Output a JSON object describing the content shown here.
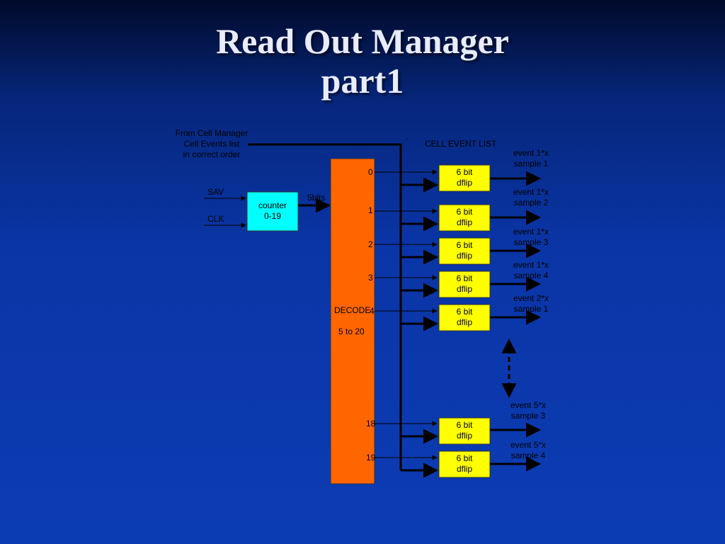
{
  "title": {
    "line1": "Read Out Manager",
    "line2": "part1"
  },
  "input_source": {
    "line1": "From Cell Manager",
    "line2": "Cell Events list",
    "line3": "in correct order"
  },
  "signals": {
    "sav": "SAV",
    "clk": "CLK",
    "bus_width": "5bits"
  },
  "counter": {
    "line1": "counter",
    "line2": "0-19"
  },
  "decoder": {
    "line1": "DECODE",
    "line2": "5 to 20"
  },
  "cell_event_list_label": "CELL EVENT LIST",
  "dflip_label": {
    "line1": "6 bit",
    "line2": "dflip"
  },
  "outputs": [
    {
      "index": "0",
      "line1": "event 1*x",
      "line2": "sample 1"
    },
    {
      "index": "1",
      "line1": "event 1*x",
      "line2": "sample 2"
    },
    {
      "index": "2",
      "line1": "event 1*x",
      "line2": "sample 3"
    },
    {
      "index": "3",
      "line1": "event 1*x",
      "line2": "sample 4"
    },
    {
      "index": "4",
      "line1": "event 2*x",
      "line2": "sample 1"
    },
    {
      "index": "18",
      "line1": "event 5*x",
      "line2": "sample 3"
    },
    {
      "index": "19",
      "line1": "event 5*x",
      "line2": "sample 4"
    }
  ],
  "colors": {
    "decoder_fill": "#ff6600",
    "counter_fill": "#00ffff",
    "dflip_fill": "#ffff00",
    "wire": "#000000"
  }
}
